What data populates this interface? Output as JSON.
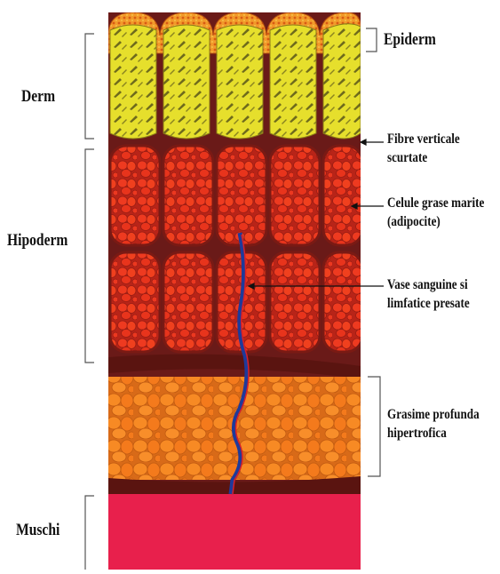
{
  "labels_left": {
    "derm": "Derm",
    "hipoderm": "Hipoderm",
    "muschi": "Muschi"
  },
  "labels_right": {
    "epiderm": "Epiderm",
    "fibre_line1": "Fibre verticale",
    "fibre_line2": "scurtate",
    "celule_line1": "Celule grase marite",
    "celule_line2": "(adipocite)",
    "vase_line1": "Vase sanguine si",
    "vase_line2": "limfatice presate",
    "grasime_line1": "Grasime profunda",
    "grasime_line2": "hipertrofica"
  },
  "colors": {
    "epidermis": "#f08a20",
    "dermis_yellow": "#e8e02a",
    "connective": "#6a1a18",
    "fat_red": "#e8321e",
    "deep_fat_orange": "#f4781c",
    "muscle": "#e8204c",
    "vessel_blue": "#1e3a9a"
  }
}
